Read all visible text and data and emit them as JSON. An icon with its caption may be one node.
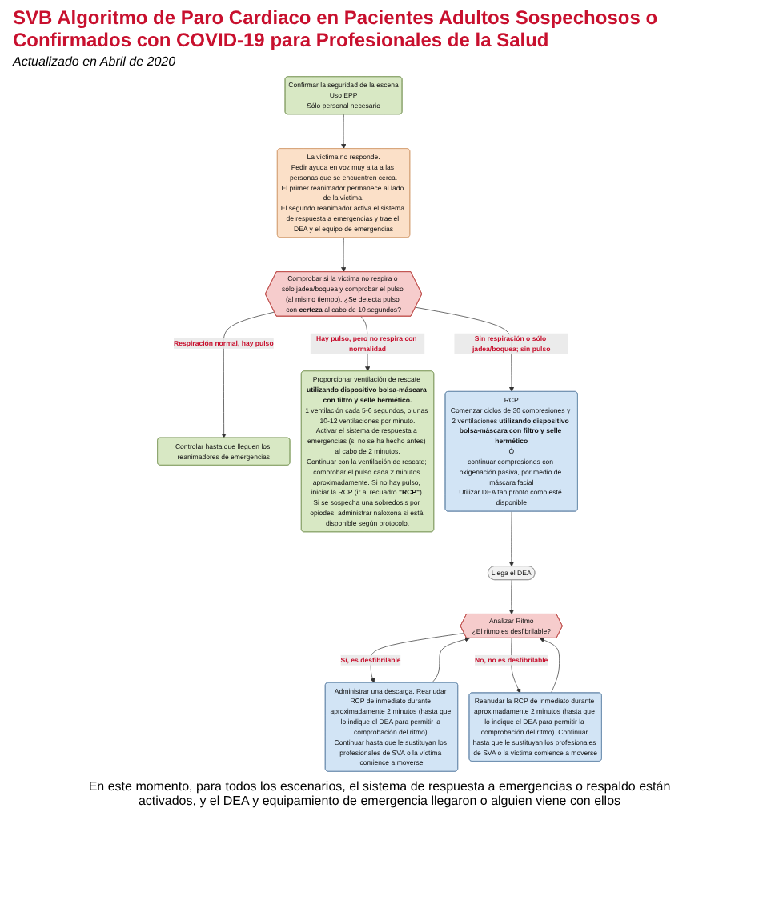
{
  "diagram": {
    "title": "SVB Algoritmo de Paro Cardiaco en Pacientes Adultos Sospechosos o Confirmados con COVID-19 para Profesionales de la Salud",
    "nodes": [
      {
        "text": [
          "Confirmar la seguridad de la escena",
          "Uso EPP",
          "Sólo personal necesario"
        ]
      },
      {
        "text": [
          "La víctima no responde.",
          "Pedir ayuda en voz muy alta a las personas que se encuentren cerca.",
          "El primer reanimador permanece al lado de la víctima.",
          "El segundo reanimador activa el sistema de respuesta a emergencias y trae el DEA y el equipo de emergencias"
        ]
      },
      {
        "text": [
          "Comprobar si la víctima no respira o sólo jadea/boquea y comprobar el pulso (al mismo tiempo). ¿Se detecta pulso con **certeza** al cabo de 10 segundos?"
        ]
      },
      {
        "text": [
          "Controlar hasta que lleguen los reanimadores de emergencias"
        ]
      },
      {
        "text": [
          "Proporcionar ventilación de rescate **utilizando dispositivo bolsa-máscara con filtro y selle hermético.**",
          "1 ventilación cada 5-6 segundos, o unas 10-12 ventilaciones por minuto.",
          "Activar el sistema de respuesta a emergencias (si no se ha hecho antes) al cabo de 2 minutos.",
          "Continuar con la ventilación de rescate; comprobar el pulso cada 2 minutos aproximadamente. Si no hay pulso, iniciar la RCP (ir al recuadro **\"RCP\"**).",
          "Si se sospecha una sobredosis por opiodes, administrar naloxona si está disponible según protocolo."
        ]
      },
      {
        "text": [
          "RCP",
          "Comenzar ciclos de 30 compresiones y 2 ventilaciones **utilizando dispositivo bolsa-máscara con filtro y selle hermético**",
          "Ó",
          "continuar compresiones con oxigenación pasiva, por medio de máscara facial",
          "Utilizar DEA tan pronto como esté disponible"
        ]
      },
      {
        "text": [
          "Llega el DEA"
        ]
      },
      {
        "text": [
          "Analizar Ritmo",
          "¿El ritmo es desfibrilable?"
        ]
      },
      {
        "text": [
          "Administrar una descarga. Reanudar RCP de inmediato durante aproximadamente 2 minutos (hasta que lo indique el DEA para permitir la comprobación del ritmo).",
          "Continuar hasta que le sustituyan los profesionales de SVA o la víctima comience a moverse"
        ]
      },
      {
        "text": [
          "Reanudar la RCP de inmediato durante aproximadamente 2 minutos (hasta que lo indique el DEA para permitir la comprobación del ritmo). Continuar hasta que le sustituyan los profesionales de SVA o la víctima comience a moverse"
        ]
      }
    ],
    "edges": [
      {
        "from": 0,
        "to": 1,
        "arrow": "to"
      },
      {
        "from": 1,
        "to": 2,
        "arrow": "to"
      },
      {
        "from": 2,
        "to": 3,
        "arrow": "to",
        "label": "Respiración normal, hay pulso"
      },
      {
        "from": 2,
        "to": 4,
        "arrow": "to",
        "label": "Hay pulso, pero no respira con normalidad"
      },
      {
        "from": 2,
        "to": 5,
        "arrow": "to",
        "label": "Sin respiración o sólo jadea/boquea; sin pulso"
      },
      {
        "from": 5,
        "to": 6,
        "arrow": "to"
      },
      {
        "from": 6,
        "to": 7,
        "arrow": "to"
      },
      {
        "from": 7,
        "to": 8,
        "arrow": "to",
        "label": "Sí, es desfibrilable"
      },
      {
        "from": 7,
        "to": 9,
        "arrow": "to",
        "label": "No, no es desfibrilable"
      },
      {
        "from": 8,
        "to": 7,
        "arrow": "to"
      },
      {
        "from": 9,
        "to": 7,
        "arrow": "to"
      }
    ],
    "labels": [
      "Actualizado en Abril de 2020",
      "En este momento, para todos los escenarios, el sistema de respuesta a emergencias o respaldo están activados, y el DEA y equipamiento de emergencia llegaron o alguien viene con ellos"
    ]
  }
}
